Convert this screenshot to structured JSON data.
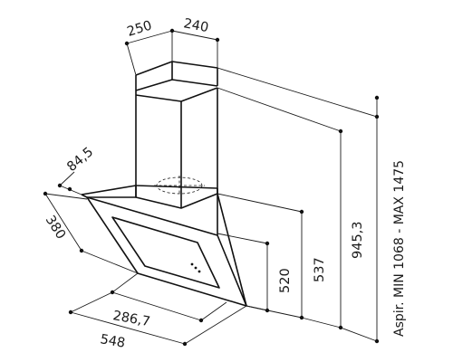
{
  "drawing": {
    "chimney_depth": "250",
    "chimney_width": "240",
    "hood_front_depth": "84,5",
    "hood_side_depth": "380",
    "bottom_inner_width": "286,7",
    "bottom_total_width": "548",
    "height_body": "520",
    "height_to_chimney_base": "537",
    "height_total": "945,3",
    "aspiration_range": "Aspir. MIN 1068 - MAX 1475"
  }
}
